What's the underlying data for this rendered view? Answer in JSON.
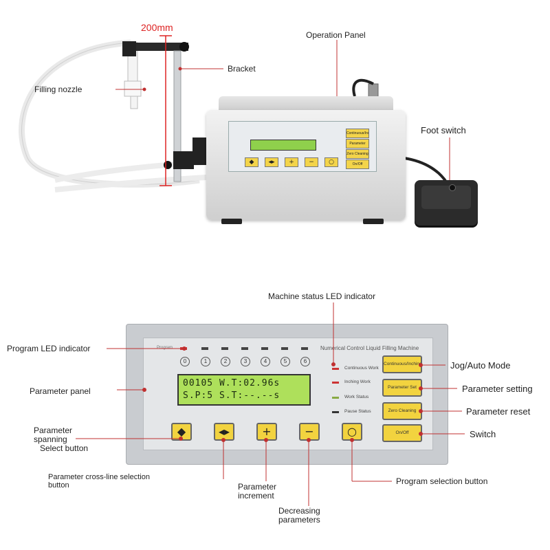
{
  "dimension": "200mm",
  "callouts_top": {
    "operation_panel": "Operation Panel",
    "bracket": "Bracket",
    "filling_nozzle": "Filling nozzle",
    "foot_switch": "Foot switch"
  },
  "callouts_bottom": {
    "machine_status_led": "Machine status LED indicator",
    "program_led": "Program LED indicator",
    "parameter_panel": "Parameter panel",
    "jog_auto": "Jog/Auto Mode",
    "param_setting": "Parameter setting",
    "param_reset": "Parameter reset",
    "switch": "Switch",
    "spanning_line1": "Parameter",
    "spanning_line2": "spanning",
    "spanning_line3": "Select button",
    "crossline_line1": "Parameter cross-line selection",
    "crossline_line2": "button",
    "increment_line1": "Parameter",
    "increment_line2": "increment",
    "decreasing_line1": "Decreasing",
    "decreasing_line2": "parameters",
    "program_select": "Program selection button"
  },
  "panel": {
    "title": "Numerical Control Liquid Filling Machine",
    "program_label": "Program",
    "program_numbers": [
      "0",
      "1",
      "2",
      "3",
      "4",
      "5",
      "6"
    ],
    "status_labels": [
      "Continuous Work",
      "Inching Work",
      "Work Status",
      "Pause Status"
    ],
    "lcd_line1": "00105 W.T:02.96s",
    "lcd_line2": "S.P:5 S.T:--.--s",
    "keys": [
      "◆",
      "◂▸",
      "+",
      "−",
      "○"
    ],
    "right_keys": [
      "Continuous/Inching",
      "Parameter Set",
      "Zero Cleaning",
      "On/Off"
    ]
  },
  "colors": {
    "lcd": "#aee05b",
    "key": "#f2d33f",
    "dimension": "#d22222",
    "callout_line": "#c03030"
  }
}
